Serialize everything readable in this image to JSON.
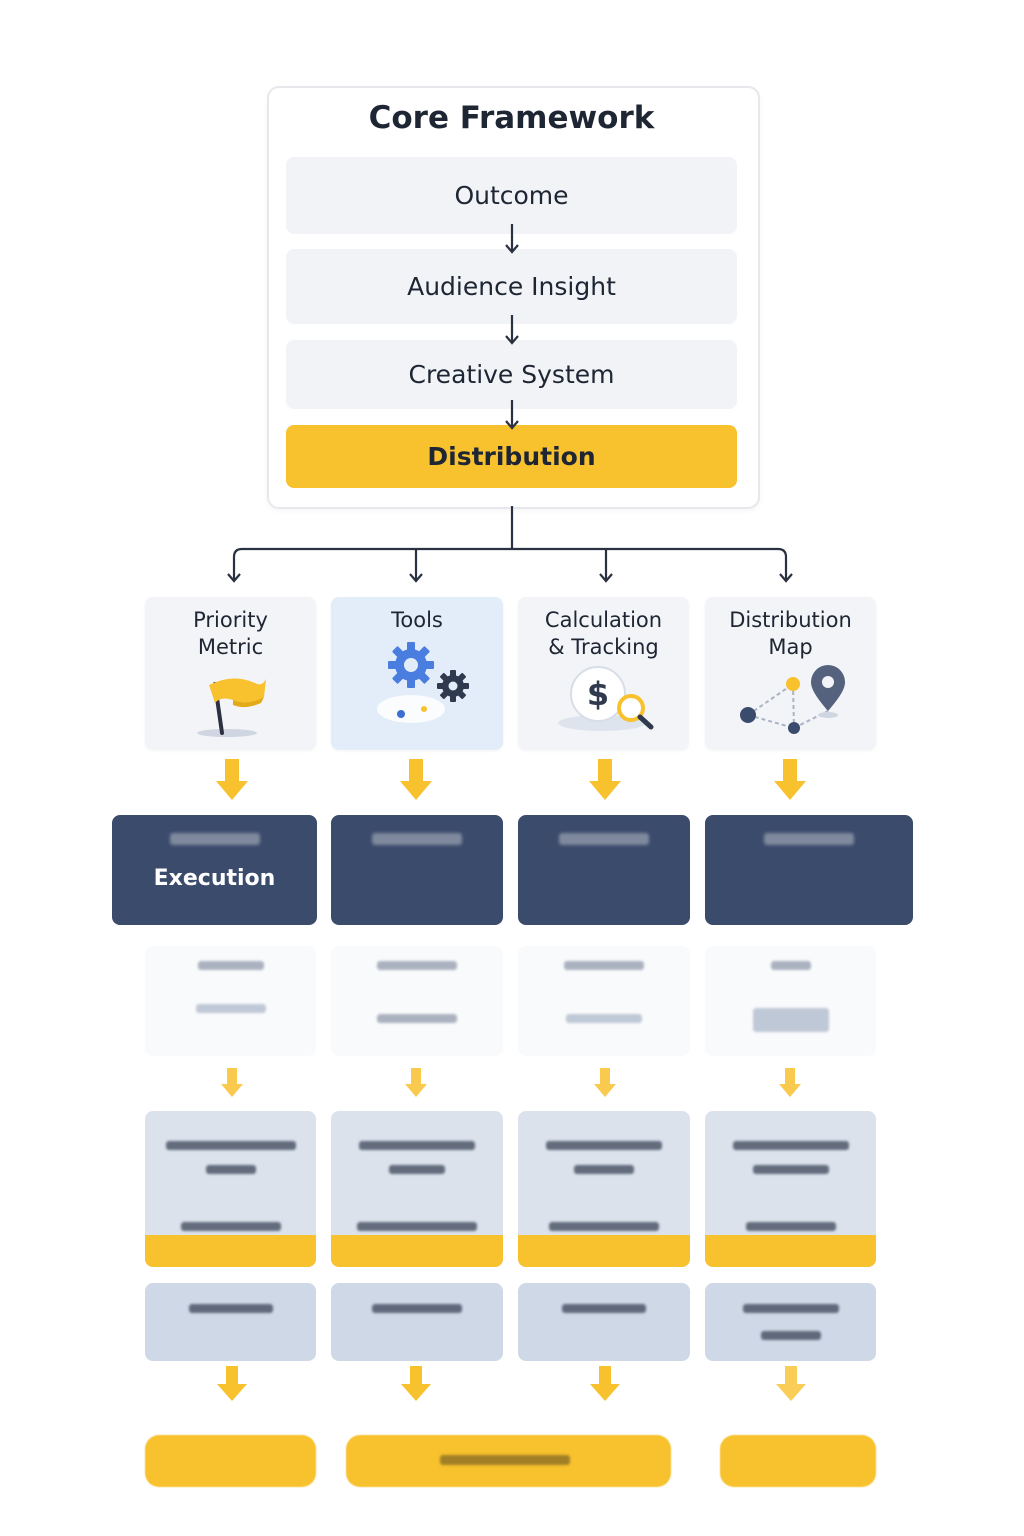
{
  "framework": {
    "title": "Core Framework",
    "steps": [
      "Outcome",
      "Audience Insight",
      "Creative System",
      "Distribution"
    ],
    "highlight_color": "#f8c12e"
  },
  "branches": [
    {
      "label": "Priority\nMetric",
      "icon": "flag-icon"
    },
    {
      "label": "Tools",
      "icon": "gears-icon"
    },
    {
      "label": "Calculation\n& Tracking",
      "icon": "dollar-magnifier-icon"
    },
    {
      "label": "Distribution\nMap",
      "icon": "map-pin-network-icon"
    }
  ],
  "execution": {
    "labels": [
      "Execution",
      "",
      "",
      ""
    ],
    "color": "#3b4b6b"
  },
  "colors": {
    "accent": "#f8c12e",
    "navy": "#3b4b6b",
    "card": "#f2f4f8",
    "text": "#1e2533"
  }
}
